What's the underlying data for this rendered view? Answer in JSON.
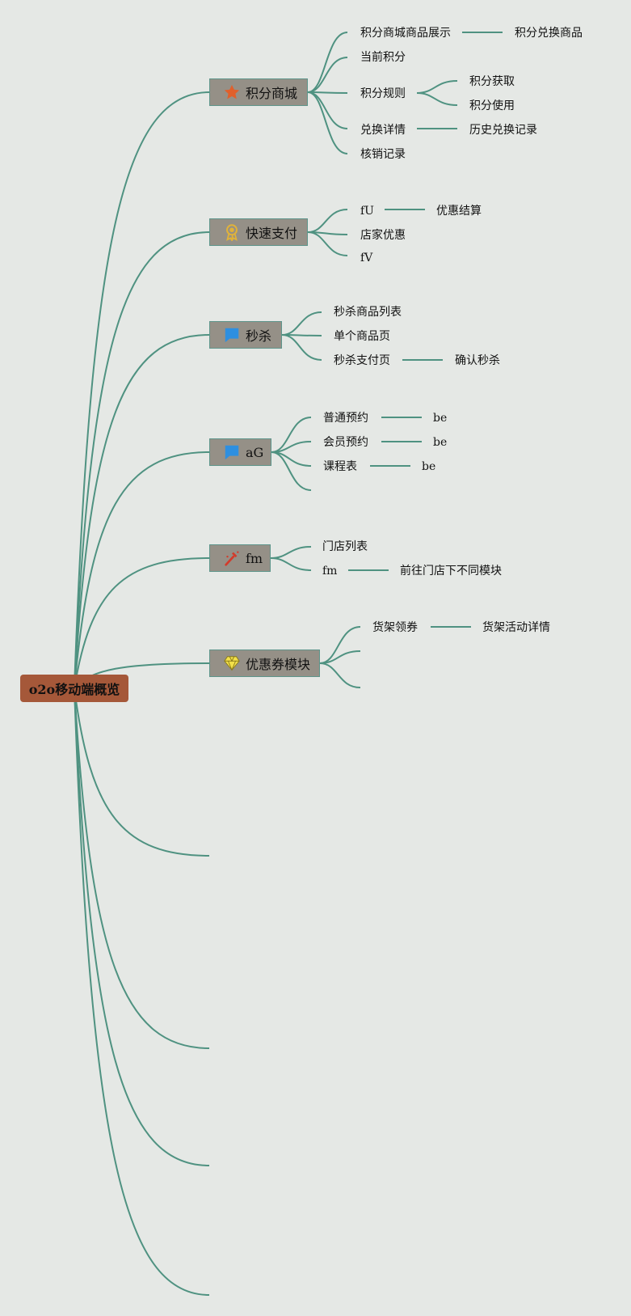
{
  "root": {
    "label": "o2o移动端概览"
  },
  "branches": [
    {
      "label": "积分商城",
      "icon": "star-icon",
      "color": "#e0602c"
    },
    {
      "label": "快速支付",
      "icon": "award-ribbon-icon",
      "color": "#e0b23a"
    },
    {
      "label": "秒杀",
      "icon": "flag-icon",
      "color": "#2e8fe0"
    },
    {
      "label": "aG",
      "icon": "flag-icon",
      "color": "#2e8fe0"
    },
    {
      "label": "fm",
      "icon": "hammer-icon",
      "color": "#d23c2c"
    },
    {
      "label": "优惠券模块",
      "icon": "diamond-icon",
      "color": "#f2e04a"
    }
  ],
  "leaves": {
    "points_mall": {
      "display": "积分商城商品展示",
      "exchange": "积分兑换商品",
      "current": "当前积分",
      "rules": "积分规则",
      "earn": "积分获取",
      "use": "积分使用",
      "details": "兑换详情",
      "history": "历史兑换记录",
      "verify": "核销记录"
    },
    "quick_pay": {
      "fu": "fU",
      "discount_settle": "优惠结算",
      "store_discount": "店家优惠",
      "fv": "fV"
    },
    "flash_sale": {
      "list": "秒杀商品列表",
      "single": "单个商品页",
      "pay": "秒杀支付页",
      "confirm": "确认秒杀"
    },
    "ag": {
      "normal": "普通预约",
      "normal_be": "be",
      "member": "会员预约",
      "member_be": "be",
      "schedule": "课程表",
      "schedule_be": "be"
    },
    "fm": {
      "store_list": "门店列表",
      "fm": "fm",
      "goto": "前往门店下不同模块"
    },
    "coupon": {
      "shelf": "货架领券",
      "shelf_detail": "货架活动详情"
    }
  }
}
